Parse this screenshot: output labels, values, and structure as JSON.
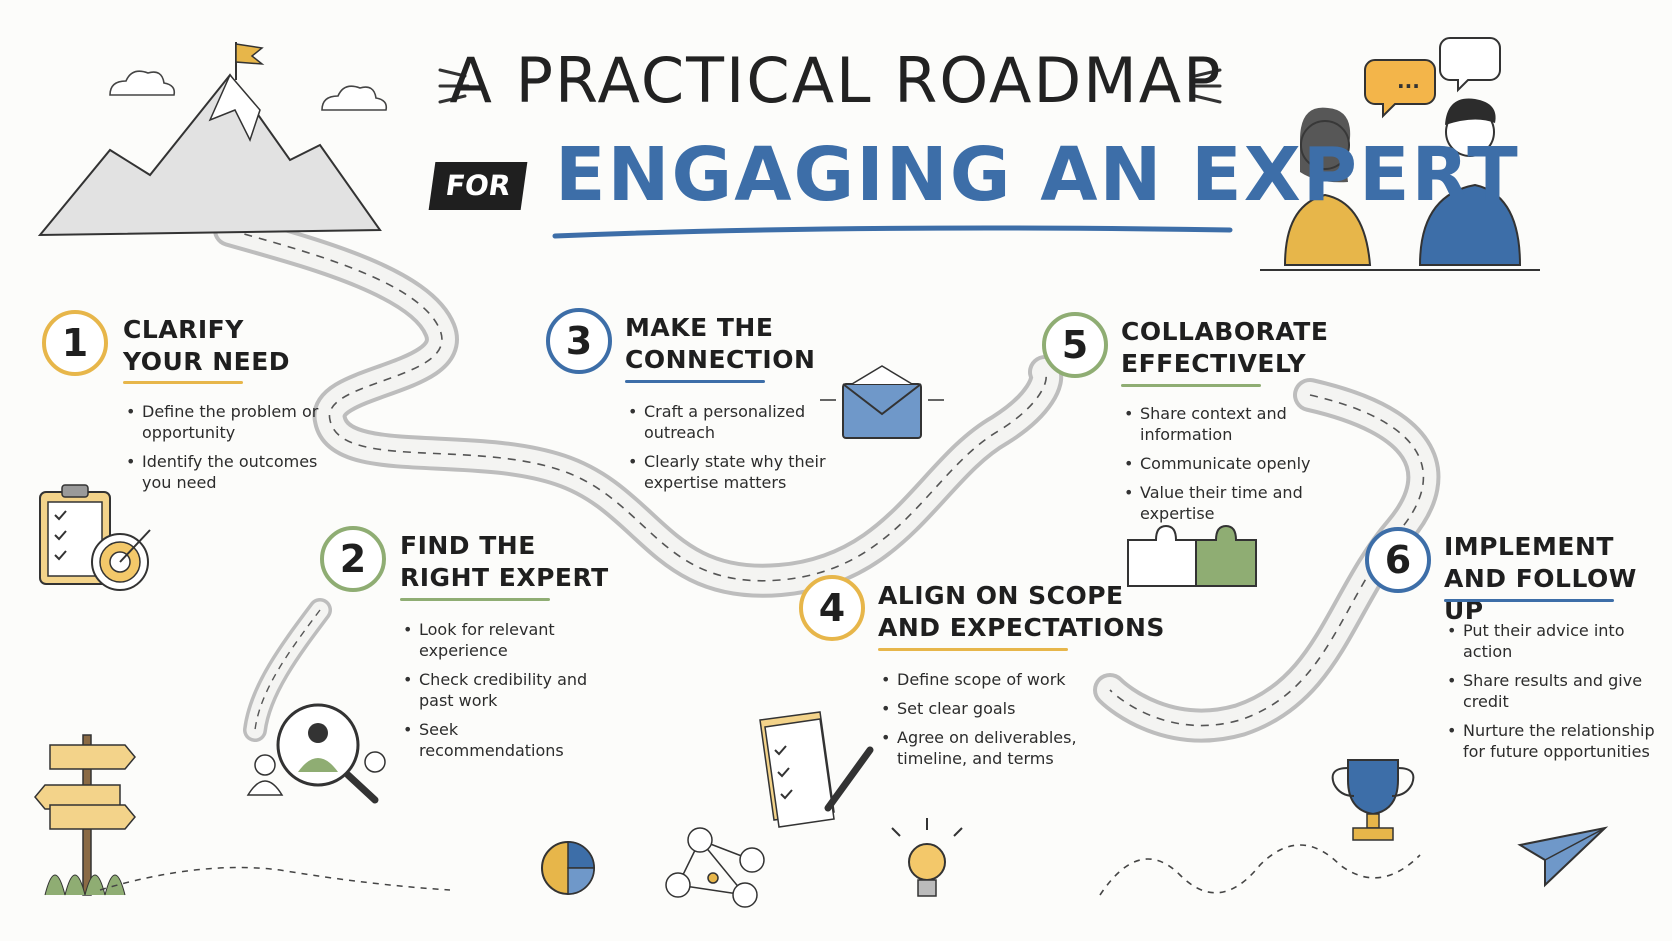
{
  "title": {
    "line1": "A Practical Roadmap",
    "for_label": "FOR",
    "line2": "Engaging an Expert"
  },
  "colors": {
    "blue": "#3d6ea8",
    "yellow": "#e7b64a",
    "green": "#8fad73",
    "ink": "#1f1f1f"
  },
  "speech_bubble": "...",
  "steps": [
    {
      "number": "1",
      "title_line1": "Clarify",
      "title_line2": "Your Need",
      "color": "yellow",
      "bullets": [
        "Define the problem or opportunity",
        "Identify the outcomes you need"
      ],
      "icon": "clipboard-target-icon"
    },
    {
      "number": "2",
      "title_line1": "Find the",
      "title_line2": "Right Expert",
      "color": "green",
      "bullets": [
        "Look for relevant experience",
        "Check credibility and past work",
        "Seek recommendations"
      ],
      "icon": "magnifier-person-icon"
    },
    {
      "number": "3",
      "title_line1": "Make the",
      "title_line2": "Connection",
      "color": "blue",
      "bullets": [
        "Craft a personalized outreach",
        "Clearly state why their expertise matters"
      ],
      "icon": "envelope-icon"
    },
    {
      "number": "4",
      "title_line1": "Align on Scope",
      "title_line2": "and Expectations",
      "color": "yellow",
      "bullets": [
        "Define scope of work",
        "Set clear goals",
        "Agree on deliverables, timeline, and terms"
      ],
      "icon": "checklist-pen-icon"
    },
    {
      "number": "5",
      "title_line1": "Collaborate",
      "title_line2": "Effectively",
      "color": "green",
      "bullets": [
        "Share context and information",
        "Communicate openly",
        "Value their time and expertise"
      ],
      "icon": "puzzle-icon"
    },
    {
      "number": "6",
      "title_line1": "Implement",
      "title_line2": "and Follow Up",
      "color": "blue",
      "bullets": [
        "Put their advice into action",
        "Share results and give credit",
        "Nurture the relationship for future opportunities"
      ],
      "icon": "trophy-icon"
    }
  ]
}
